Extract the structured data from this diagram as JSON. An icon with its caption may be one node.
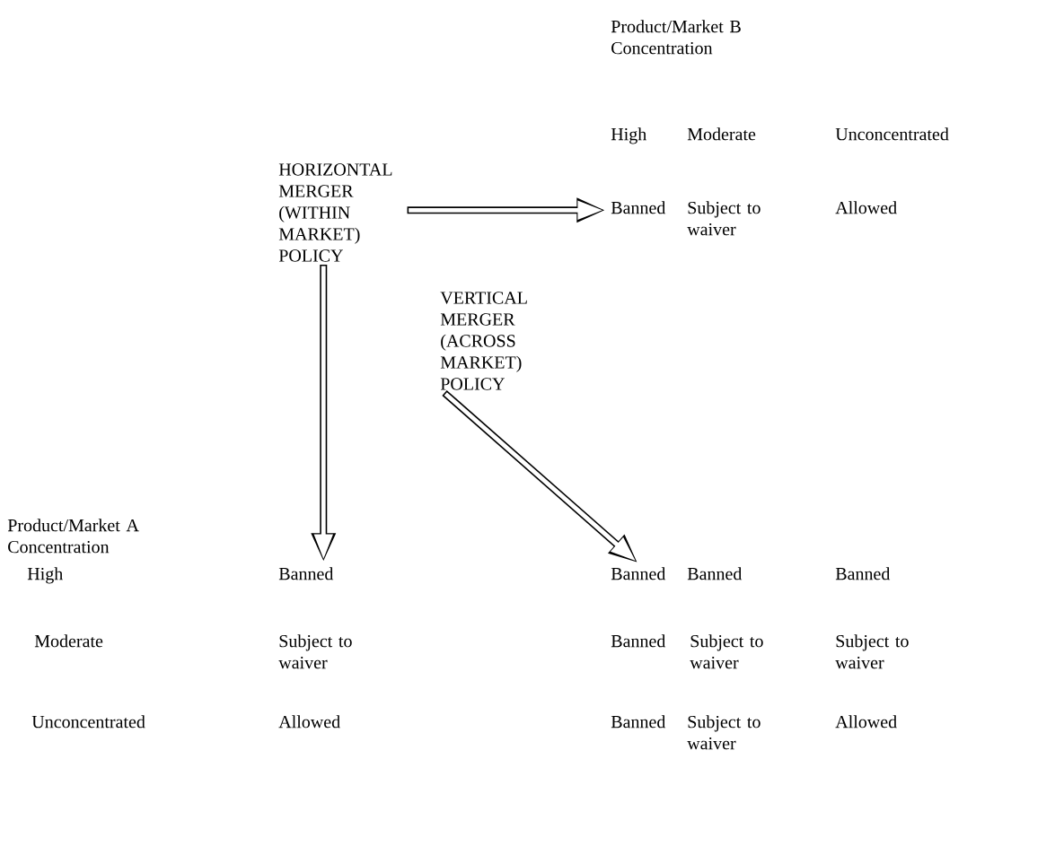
{
  "diagram": {
    "nodes": [
      {
        "text": [
          "HORIZONTAL MERGER (WITHIN MARKET) POLICY"
        ]
      },
      {
        "text": [
          "VERTICAL MERGER (ACROSS MARKET) POLICY"
        ]
      },
      {
        "text": [
          "Banned"
        ]
      },
      {
        "text": [
          "Banned"
        ]
      },
      {
        "text": [
          "Banned"
        ]
      }
    ],
    "edges": [
      {
        "from": 0,
        "to": 2,
        "arrow": "to"
      },
      {
        "from": 0,
        "to": 3,
        "arrow": "to"
      },
      {
        "from": 1,
        "to": 4,
        "arrow": "to"
      }
    ],
    "labels": [
      "Product/Market B Concentration",
      "High",
      "Moderate",
      "Unconcentrated",
      "Subject to waiver",
      "Allowed",
      "Product/Market A Concentration",
      "High",
      "Banned",
      "Banned",
      "Moderate",
      "Subject to waiver",
      "Banned",
      "Subject to waiver",
      "Subject to waiver",
      "Unconcentrated",
      "Allowed",
      "Banned",
      "Subject to waiver",
      "Allowed"
    ]
  }
}
